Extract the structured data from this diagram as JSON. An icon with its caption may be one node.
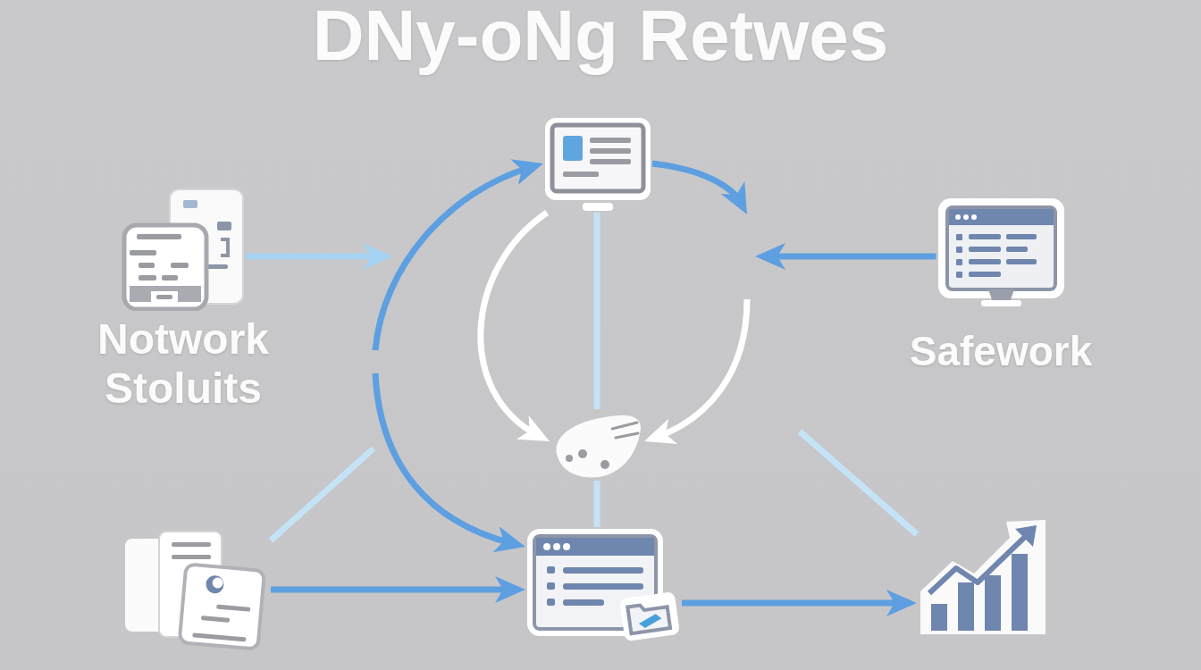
{
  "diagram": {
    "title": "DNy-oNg Retwes",
    "nodes": [
      {
        "text": [],
        "shape": "picture"
      },
      {
        "text": [
          "Notwork Stoluits"
        ]
      },
      {
        "text": [
          "Safework"
        ]
      },
      {
        "text": [],
        "shape": "picture"
      },
      {
        "text": [],
        "shape": "picture"
      },
      {
        "text": [],
        "shape": "picture"
      },
      {
        "text": [],
        "shape": "picture"
      }
    ],
    "edges": [
      {
        "from": 1,
        "to": null,
        "arrow": "to",
        "color": "#a6d3f2"
      },
      {
        "from": null,
        "to": 0,
        "arrow": "to"
      },
      {
        "from": null,
        "to": 5,
        "arrow": "to"
      },
      {
        "from": 0,
        "to": null,
        "arrow": "to"
      },
      {
        "from": 2,
        "to": null,
        "arrow": "to"
      },
      {
        "from": 0,
        "to": 3,
        "arrow": "to",
        "color": "#ffffff"
      },
      {
        "from": 0,
        "to": 3,
        "arrow": "none",
        "color": "#c4e3f7"
      },
      {
        "from": null,
        "to": 3,
        "arrow": "to",
        "color": "#ffffff"
      },
      {
        "from": 3,
        "to": 5,
        "arrow": "none",
        "color": "#c4e3f7"
      },
      {
        "from": 4,
        "to": null,
        "arrow": "none",
        "color": "#c4e3f7"
      },
      {
        "from": 4,
        "to": 5,
        "arrow": "to"
      },
      {
        "from": 5,
        "to": 6,
        "arrow": "to"
      },
      {
        "from": null,
        "to": 6,
        "arrow": "none",
        "color": "#c4e3f7"
      }
    ]
  }
}
